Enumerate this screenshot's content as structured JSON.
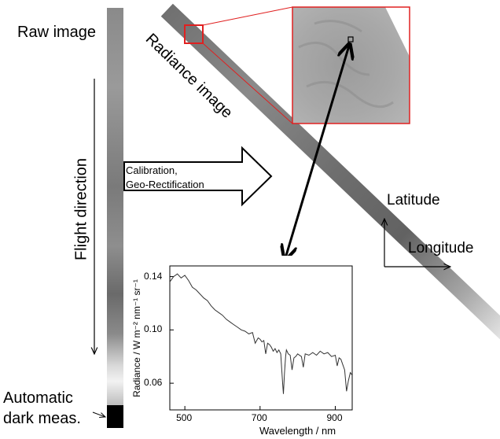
{
  "labels": {
    "raw_image": "Raw image",
    "radiance_image": "Radiance image",
    "flight_direction": "Flight direction",
    "calibration_line1": "Calibration,",
    "calibration_line2": "Geo-Rectification",
    "latitude": "Latitude",
    "longitude": "Longitude",
    "automatic_line1": "Automatic",
    "automatic_line2": "dark meas."
  },
  "colors": {
    "highlight": "#e02020",
    "spectrum_line": "#333333",
    "strip_dark": "#555555",
    "strip_light": "#cccccc"
  },
  "chart_data": {
    "type": "line",
    "xlabel": "Wavelength / nm",
    "ylabel": "Radiance / W m⁻² nm⁻¹ sr⁻¹",
    "xlim": [
      460,
      945
    ],
    "ylim": [
      0.04,
      0.148
    ],
    "xticks": [
      500,
      700,
      900
    ],
    "yticks": [
      0.06,
      0.1,
      0.14
    ],
    "ytick_labels": [
      "0.06",
      "0.10",
      "0.14"
    ],
    "series": [
      {
        "x": [
          460,
          470,
          480,
          490,
          500,
          510,
          520,
          530,
          540,
          550,
          560,
          570,
          580,
          590,
          600,
          610,
          620,
          630,
          640,
          650,
          660,
          670,
          680,
          687,
          695,
          700,
          705,
          710,
          715,
          720,
          725,
          730,
          735,
          740,
          745,
          750,
          755,
          760,
          762,
          765,
          768,
          770,
          775,
          780,
          785,
          790,
          795,
          800,
          810,
          815,
          820,
          830,
          840,
          850,
          860,
          870,
          880,
          890,
          900,
          905,
          910,
          915,
          920,
          925,
          930,
          935,
          940,
          945
        ],
        "y": [
          0.136,
          0.14,
          0.142,
          0.139,
          0.141,
          0.137,
          0.132,
          0.13,
          0.127,
          0.124,
          0.122,
          0.118,
          0.115,
          0.113,
          0.111,
          0.108,
          0.106,
          0.104,
          0.102,
          0.1,
          0.099,
          0.097,
          0.098,
          0.09,
          0.094,
          0.093,
          0.091,
          0.092,
          0.082,
          0.09,
          0.089,
          0.087,
          0.084,
          0.086,
          0.083,
          0.085,
          0.082,
          0.06,
          0.052,
          0.068,
          0.08,
          0.085,
          0.082,
          0.081,
          0.07,
          0.079,
          0.08,
          0.082,
          0.08,
          0.072,
          0.082,
          0.081,
          0.083,
          0.081,
          0.084,
          0.082,
          0.083,
          0.08,
          0.081,
          0.073,
          0.079,
          0.078,
          0.074,
          0.07,
          0.054,
          0.062,
          0.068,
          0.066
        ]
      }
    ]
  }
}
